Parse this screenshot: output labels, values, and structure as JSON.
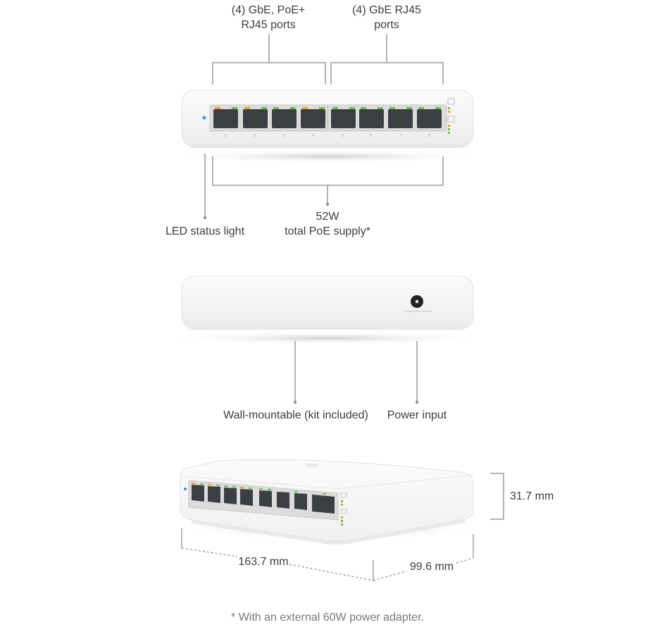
{
  "section_ports": {
    "poe_ports_label": [
      "(4) GbE, PoE+",
      "RJ45 ports"
    ],
    "rj45_ports_label": [
      "(4) GbE RJ45",
      "ports"
    ],
    "led_label": "LED status light",
    "poe_supply_label": [
      "52W",
      "total PoE supply*"
    ],
    "port_numbers": [
      "1",
      "2",
      "3",
      "4",
      "5",
      "6",
      "7",
      "8"
    ]
  },
  "section_back": {
    "wall_mount_label": "Wall-mountable (kit included)",
    "power_label": "Power input"
  },
  "section_dimensions": {
    "height_label": "31.7 mm",
    "width_label": "163.7 mm",
    "depth_label": "99.6 mm"
  },
  "footnote": "* With an external 60W power adapter.",
  "colors": {
    "device_body": "#f4f4f4",
    "annotation_line": "#8a8a8a",
    "led_blue": "#3a8ee6",
    "port_led_green": "#6cc04a",
    "port_led_amber": "#f0a020"
  }
}
